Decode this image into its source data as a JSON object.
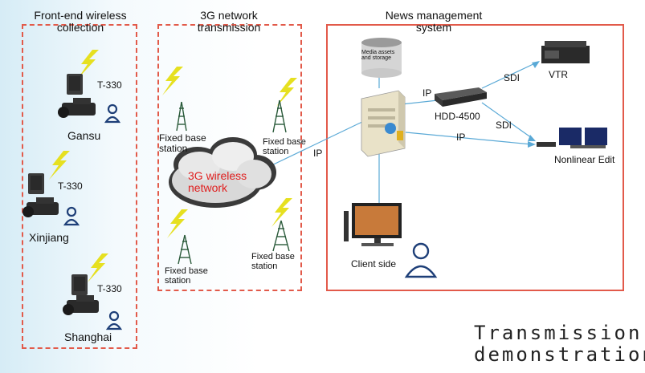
{
  "sections": {
    "frontend_title": "Front-end wireless\ncollection",
    "network_title": "3G   network\ntransmission",
    "news_title": "News    management\nsystem"
  },
  "frontend": {
    "device_label": "T-330",
    "regions": [
      "Gansu",
      "Xinjiang",
      "Shanghai"
    ]
  },
  "network": {
    "cloud_label": "3G  wireless\nnetwork",
    "base_station": "Fixed base\nstation",
    "ip": "IP"
  },
  "news": {
    "storage": "Media    assets\nand    storage",
    "ip_left": "IP",
    "hdd": "HDD-4500",
    "sdi_top": "SDI",
    "sdi_mid": "SDI",
    "ip_mid": "IP",
    "vtr": "VTR",
    "edit": "Nonlinear Edit",
    "client": "Client side"
  },
  "footer": {
    "line1": "Transmission",
    "line2": "demonstration"
  },
  "colors": {
    "accent_red": "#e25a4a",
    "link_blue": "#5aa9d6",
    "cloud_text": "#e02020",
    "lightning": "#e6e020"
  }
}
